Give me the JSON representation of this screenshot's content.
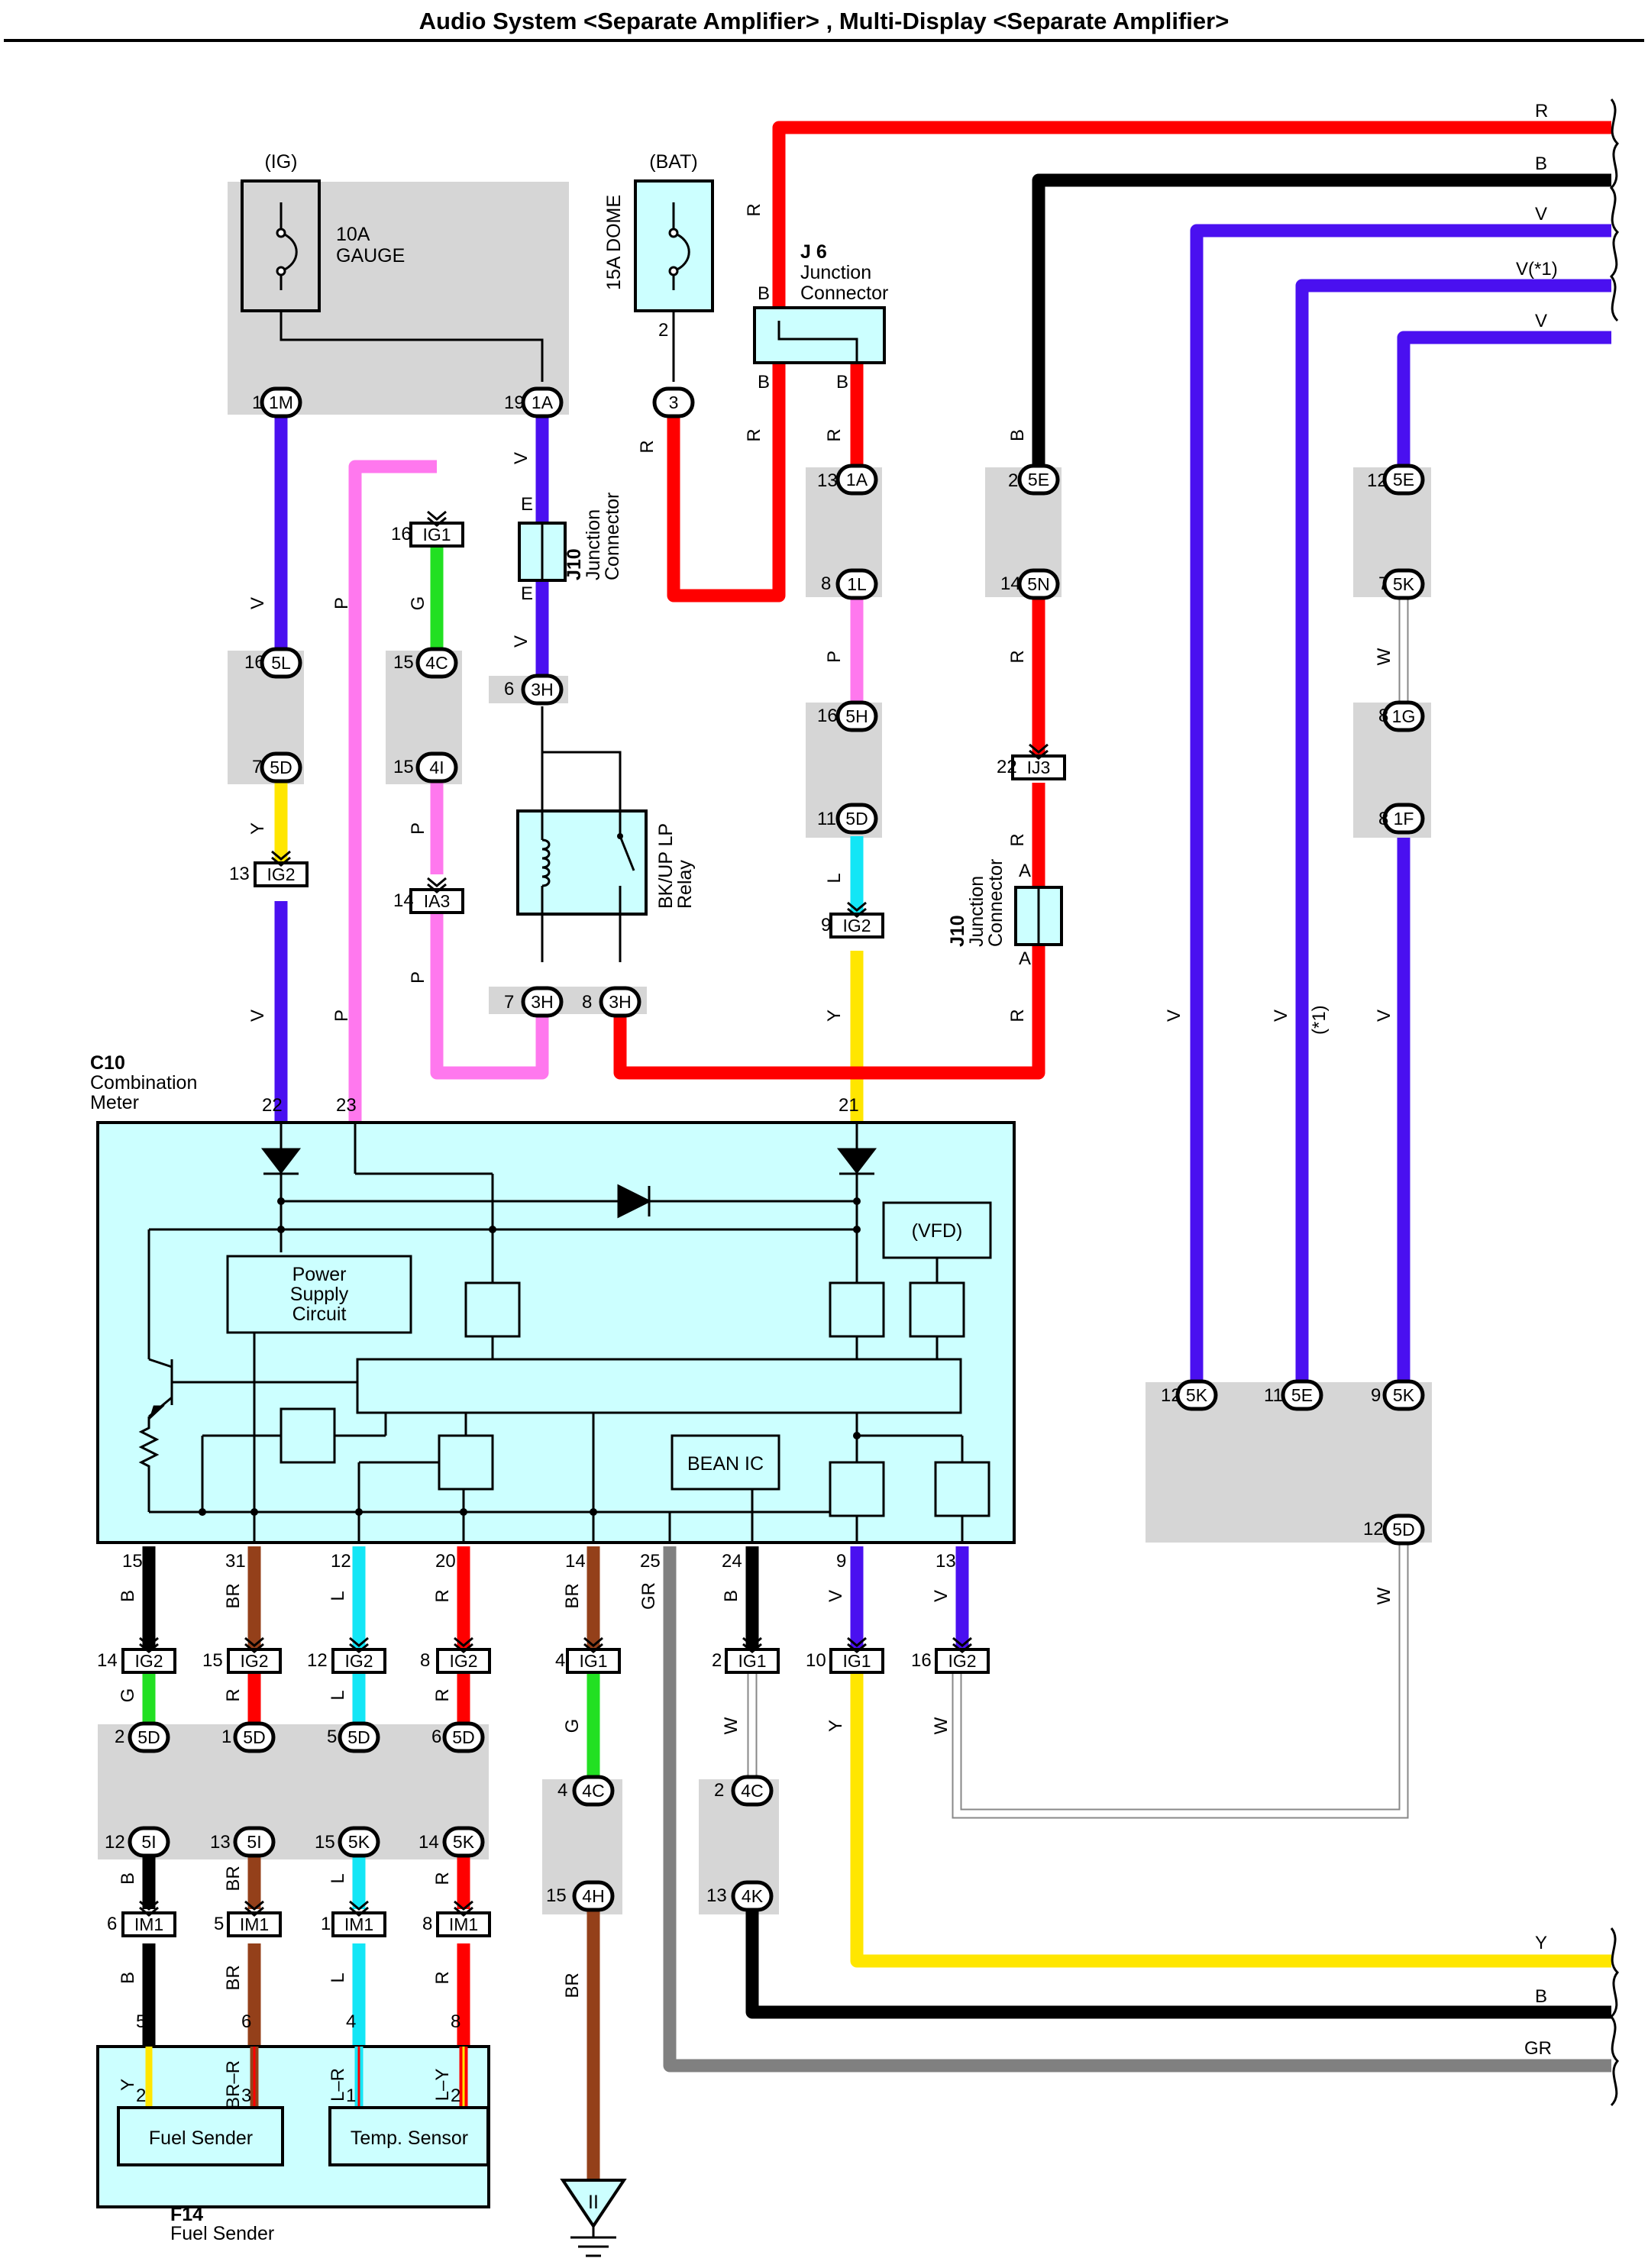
{
  "title": "Audio System <Separate Amplifier> , Multi-Display <Separate Amplifier>",
  "colors": {
    "R": "#ff0000",
    "B": "#000000",
    "V": "#4a10f0",
    "W": "#ffffff",
    "Y": "#ffe600",
    "P": "#ff78ee",
    "G": "#22e022",
    "L": "#13e6f6",
    "BR": "#94401a",
    "GR": "#808080",
    "shade": "#d6d6d6",
    "box": "#ccffff"
  },
  "labels": {
    "ig": "(IG)",
    "bat": "(BAT)",
    "fuse_gauge_amp": "10A",
    "fuse_gauge_name": "GAUGE",
    "fuse_dome": "15A DOME",
    "j6_id": "J 6",
    "j6_l1": "Junction",
    "j6_l2": "Connector",
    "j10_id": "J10",
    "j10_l1": "Junction",
    "j10_l2": "Connector",
    "relay_l1": "BK/UP LP",
    "relay_l2": "Relay",
    "c10_id": "C10",
    "c10_l1": "Combination",
    "c10_l2": "Meter",
    "psc_l1": "Power",
    "psc_l2": "Supply",
    "psc_l3": "Circuit",
    "vfd": "(VFD)",
    "bean": "BEAN IC",
    "fuel_sender": "Fuel Sender",
    "temp_sensor": "Temp. Sensor",
    "f14_id": "F14",
    "f14_name": "Fuel Sender",
    "ground_mark": "II",
    "right_R": "R",
    "right_B": "B",
    "right_V1": "V",
    "right_V2": "V(*1)",
    "right_V3": "V",
    "right_Y": "Y",
    "right_B2": "B",
    "right_GR": "GR",
    "note_star1": "(*1)"
  },
  "wire_labels": {
    "R": "R",
    "B": "B",
    "V": "V",
    "W": "W",
    "Y": "Y",
    "P": "P",
    "G": "G",
    "L": "L",
    "BR": "BR",
    "GR": "GR",
    "E": "E",
    "A": "A",
    "BRR": "BR–R",
    "LR": "L–R",
    "LY": "L–Y"
  },
  "connectors": {
    "c1M": "1M",
    "c1A": "1A",
    "c3": "3",
    "c1L": "1L",
    "c5E": "5E",
    "c5N": "5N",
    "c5K": "5K",
    "c1G": "1G",
    "c1F": "1F",
    "c5L": "5L",
    "c5D": "5D",
    "c4C": "4C",
    "c4I": "4I",
    "c3H": "3H",
    "c5H": "5H",
    "cIG1": "IG1",
    "cIG2": "IG2",
    "cIA3": "IA3",
    "cIJ3": "IJ3",
    "c5I": "5I",
    "cIM1": "IM1",
    "c4H": "4H",
    "c4K": "4K"
  },
  "pins": {
    "p1": "1",
    "p2": "2",
    "p3": "3",
    "p4": "4",
    "p5": "5",
    "p6": "6",
    "p7": "7",
    "p8": "8",
    "p9": "9",
    "p10": "10",
    "p11": "11",
    "p12": "12",
    "p13": "13",
    "p14": "14",
    "p15": "15",
    "p16": "16",
    "p19": "19",
    "p20": "20",
    "p21": "21",
    "p22": "22",
    "p23": "23",
    "p24": "24",
    "p25": "25",
    "p31": "31"
  }
}
